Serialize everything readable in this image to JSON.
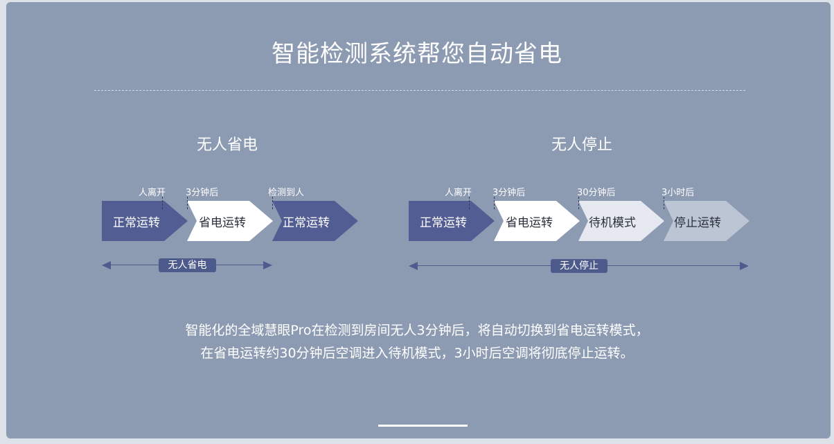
{
  "title": "智能检测系统帮您自动省电",
  "sections": [
    {
      "heading": "无人省电",
      "markers": [
        "人离开",
        "3分钟后",
        "检测到人"
      ],
      "steps": [
        "正常运转",
        "省电运转",
        "正常运转"
      ],
      "span_label": "无人省电"
    },
    {
      "heading": "无人停止",
      "markers": [
        "人离开",
        "3分钟后",
        "30分钟后",
        "3小时后"
      ],
      "steps": [
        "正常运转",
        "省电运转",
        "待机模式",
        "停止运转"
      ],
      "span_label": "无人停止"
    }
  ],
  "description": {
    "line1": "智能化的全域慧眼Pro在检测到房间无人3分钟后，将自动切换到省电运转模式，",
    "line2": "在省电运转约30分钟后空调进入待机模式，3小时后空调将彻底停止运转。"
  },
  "colors": {
    "panel_bg": "#8c9bb2",
    "normal": "#525e93",
    "saving": "#ffffff",
    "standby": "#e6e9ef",
    "stopped": "#bcc5d3"
  }
}
